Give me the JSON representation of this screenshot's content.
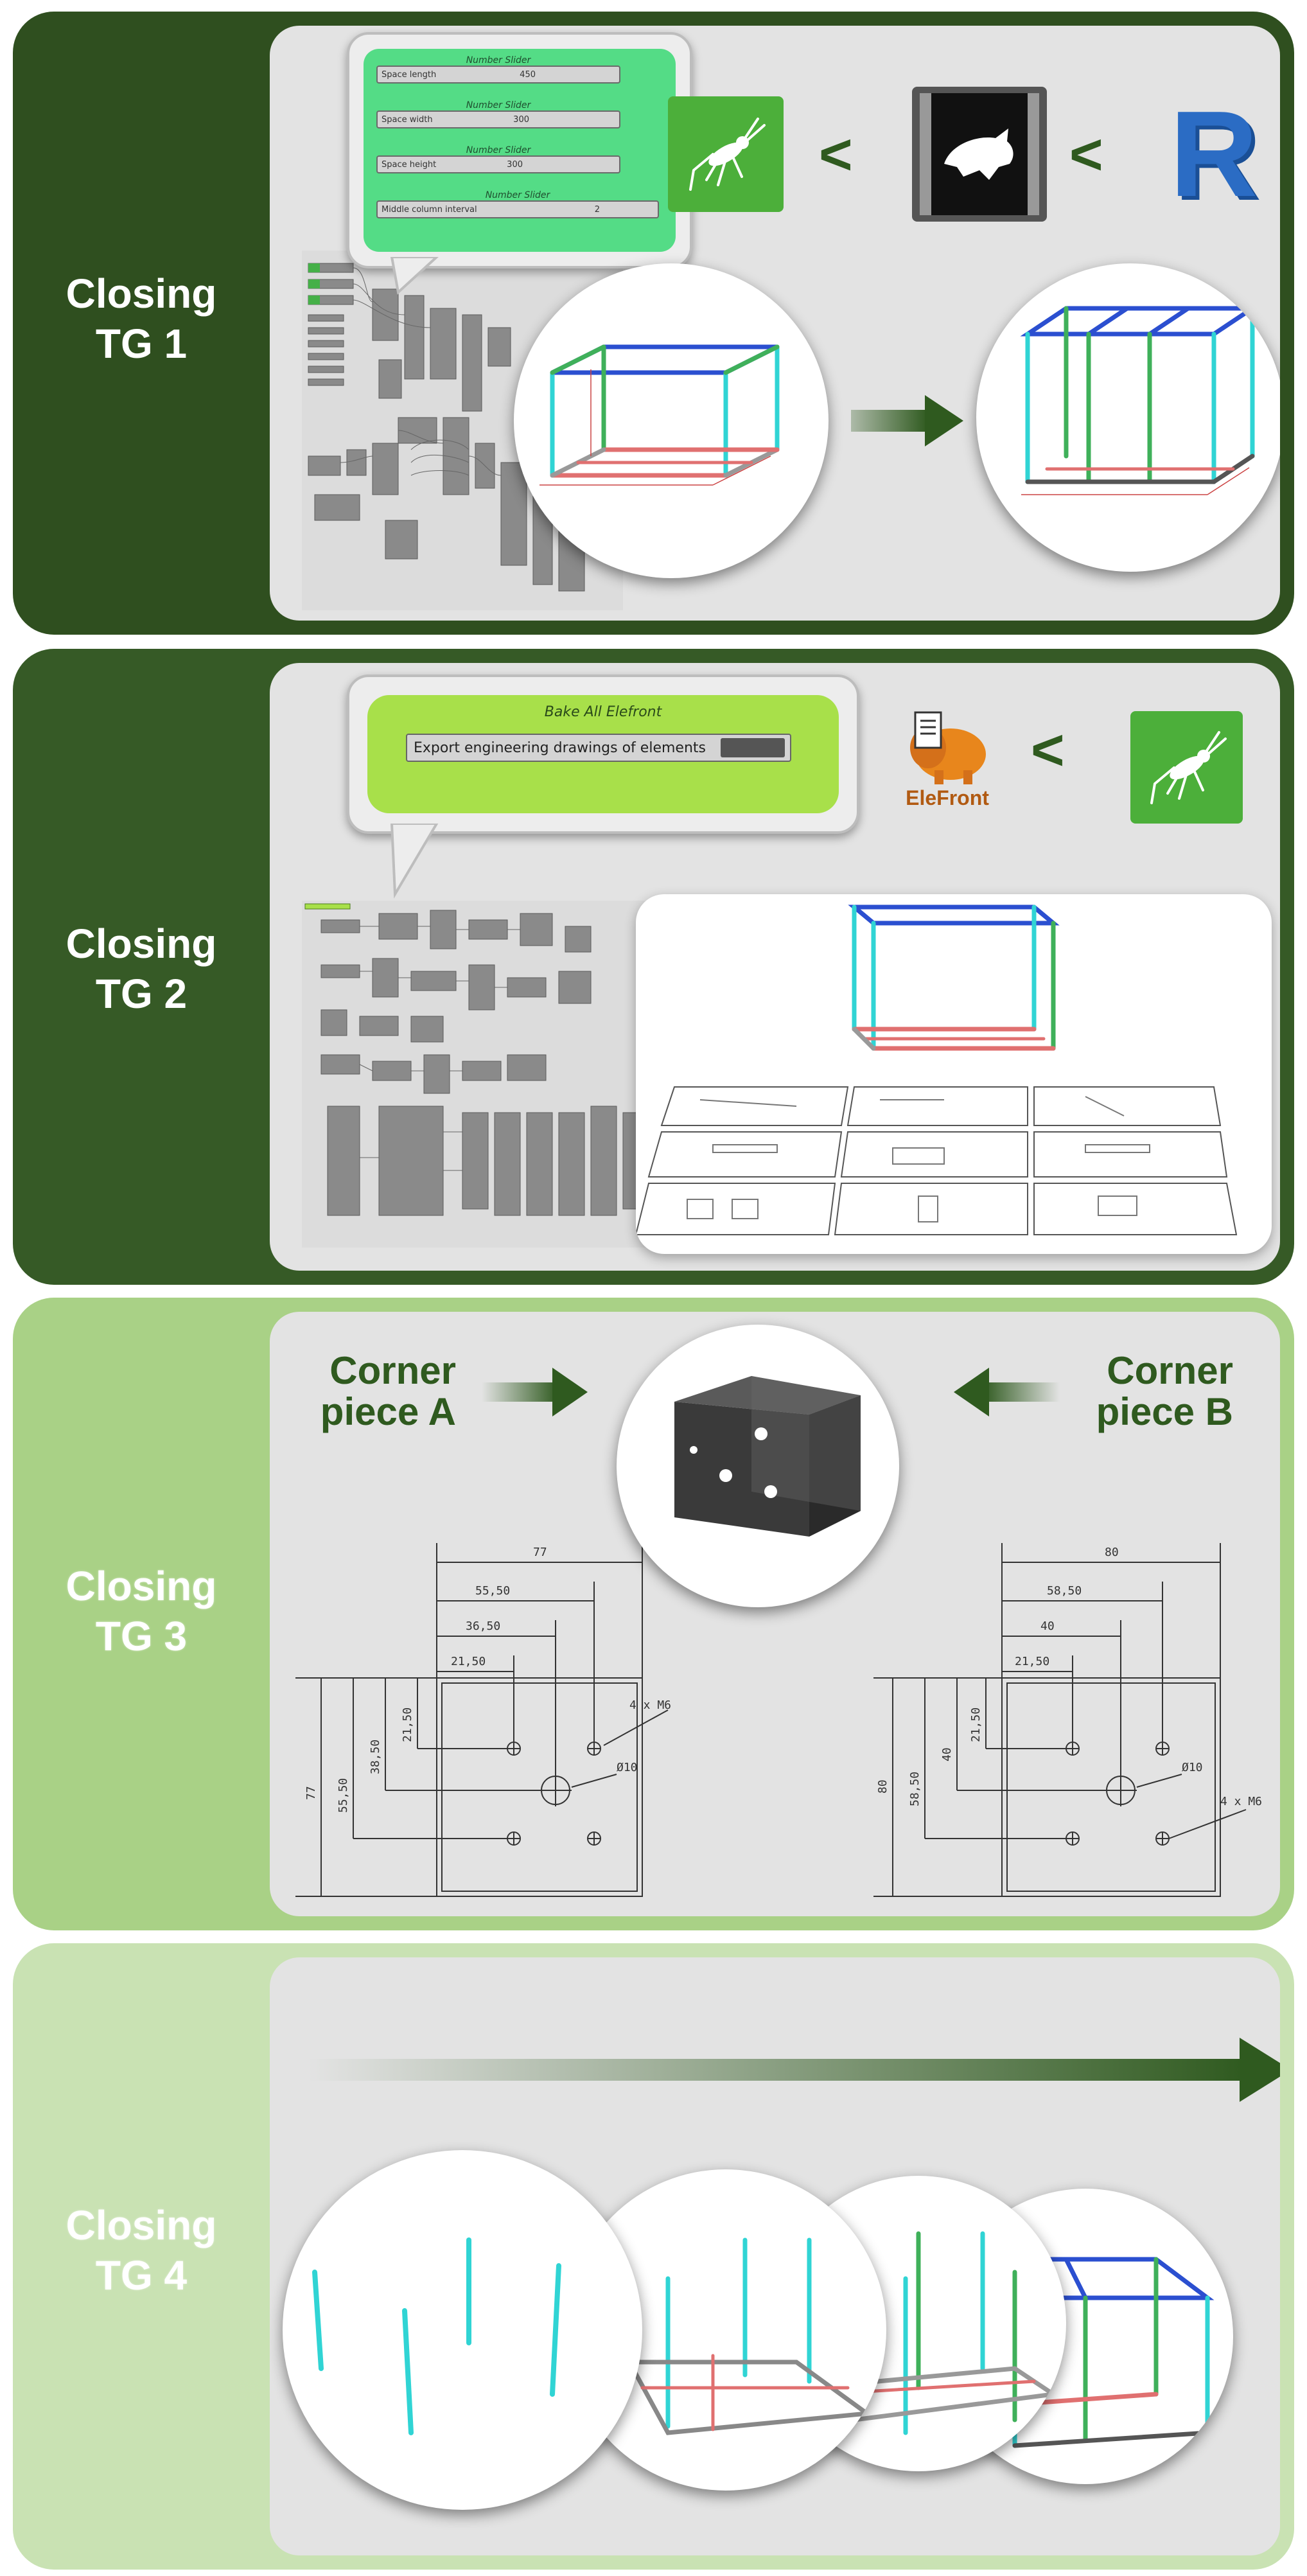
{
  "panels": [
    {
      "label_line1": "Closing",
      "label_line2": "TG 1"
    },
    {
      "label_line1": "Closing",
      "label_line2": "TG 2"
    },
    {
      "label_line1": "Closing",
      "label_line2": "TG 3"
    },
    {
      "label_line1": "Closing",
      "label_line2": "TG 4"
    }
  ],
  "tg1": {
    "sliders": [
      {
        "title": "Number Slider",
        "label": "Space length",
        "value": "450"
      },
      {
        "title": "Number Slider",
        "label": "Space width",
        "value": "300"
      },
      {
        "title": "Number Slider",
        "label": "Space height",
        "value": "300"
      },
      {
        "title": "Number Slider",
        "label": "Middle column interval",
        "value": "2"
      }
    ],
    "less_than_1": "<",
    "less_than_2": "<",
    "icons": [
      "grasshopper-icon",
      "rhino-icon",
      "revit-icon"
    ],
    "revit_letter": "R"
  },
  "tg2": {
    "bubble_title": "Bake All Elefront",
    "bubble_button": "Export engineering drawings of elements",
    "elefront_label": "EleFront",
    "less_than": "<",
    "icons": [
      "elefront-icon",
      "grasshopper-icon"
    ]
  },
  "tg3": {
    "corner_a_line1": "Corner",
    "corner_a_line2": "piece A",
    "corner_b_line1": "Corner",
    "corner_b_line2": "piece B",
    "drawing_a": {
      "d77": "77",
      "d5550": "55,50",
      "d3650": "36,50",
      "d2150": "21,50",
      "v2150": "21,50",
      "v3850": "38,50",
      "v5550": "55,50",
      "v77": "77",
      "holes": "4 x M6",
      "center": "Ø10"
    },
    "drawing_b": {
      "d80": "80",
      "d5850": "58,50",
      "d40": "40",
      "d2150": "21,50",
      "v2150": "21,50",
      "v40": "40",
      "v5850": "58,50",
      "v80": "80",
      "holes": "4 x M6",
      "center": "Ø10"
    }
  },
  "colors": {
    "dark_green": "#2f4f1f",
    "mid_green": "#365a26",
    "light_green": "#a9d186",
    "pale_green": "#c9e2b3",
    "grasshopper_green": "#4caf3a",
    "bubble_green": "#54dc86",
    "bubble_lime": "#a8e04a",
    "revit_blue": "#2b6cc4"
  }
}
